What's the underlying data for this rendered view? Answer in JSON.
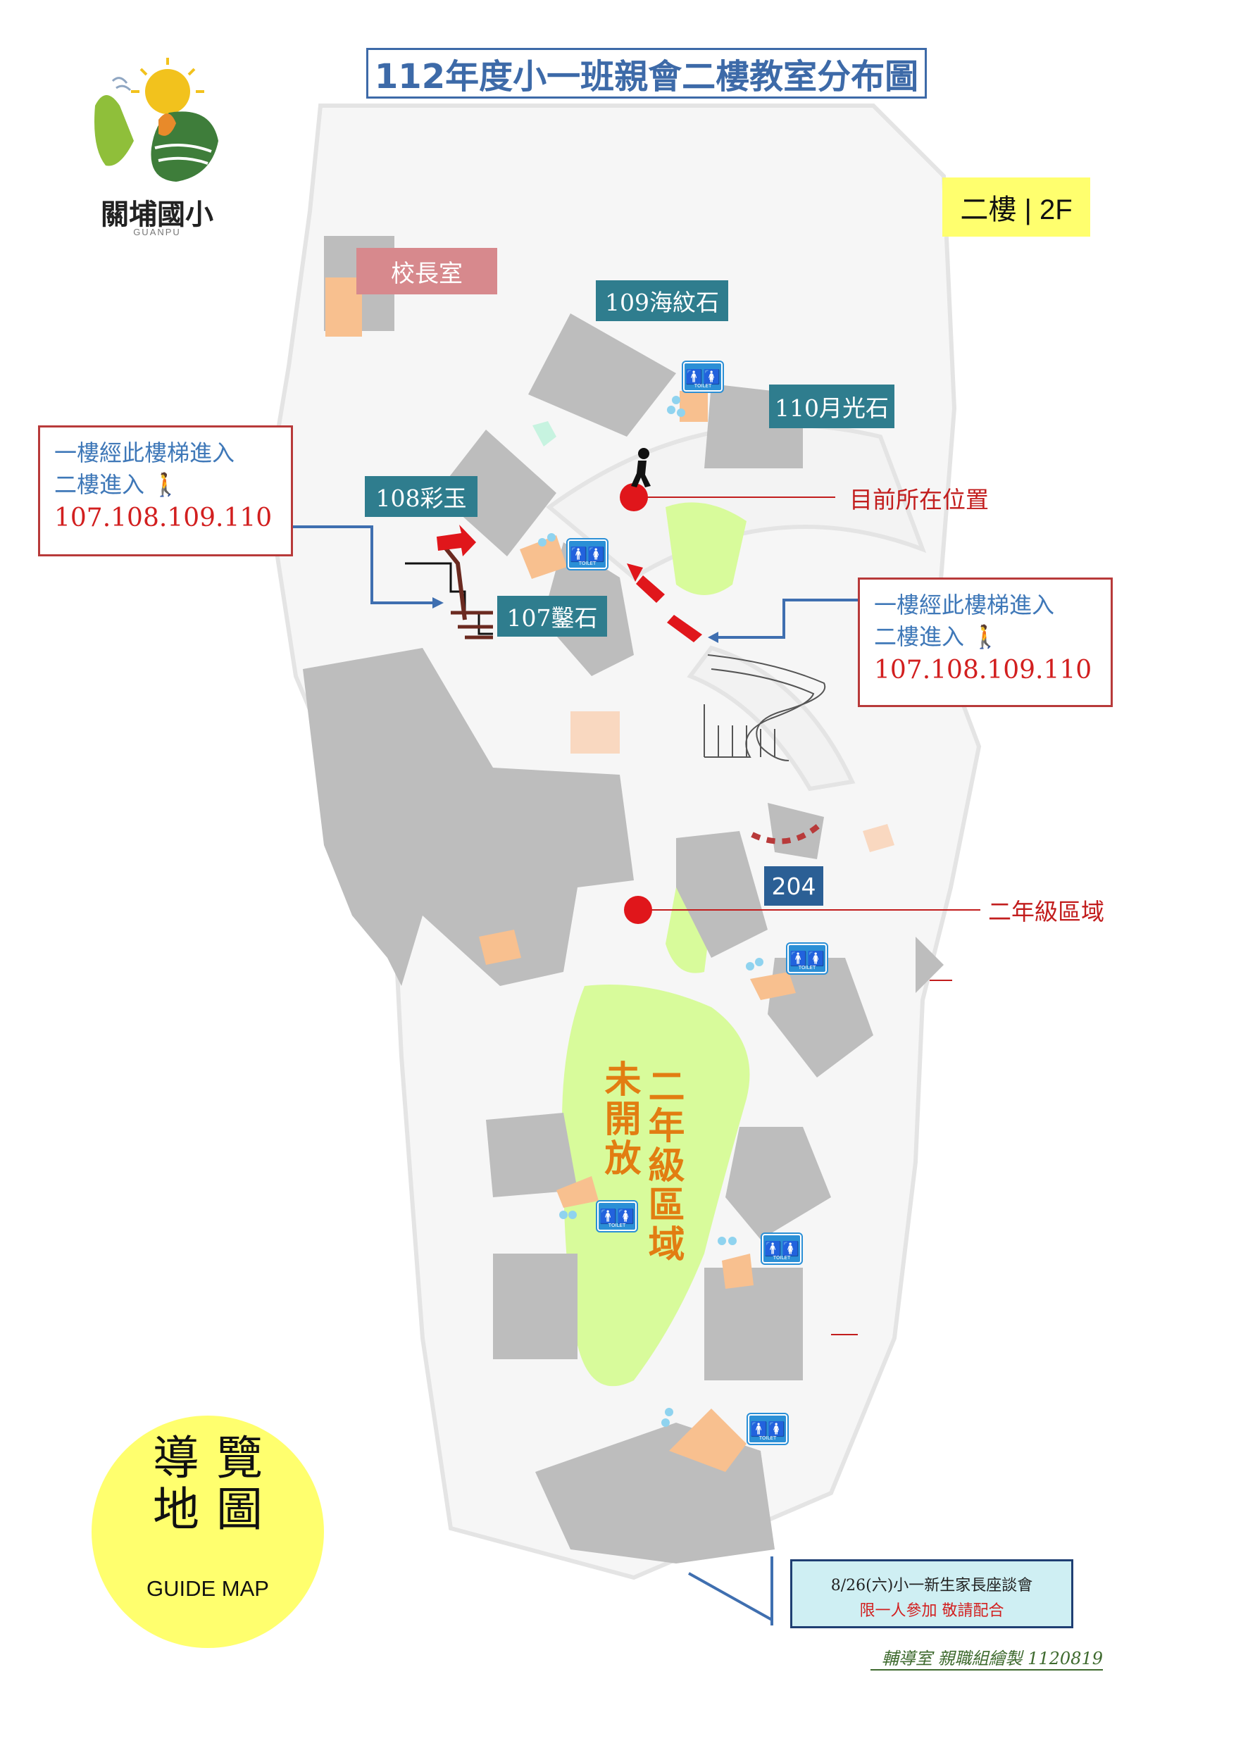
{
  "title": "112年度小一班親會二樓教室分布圖",
  "floor_tag": "二樓 | 2F",
  "school": {
    "name": "關埔國小",
    "name_en": "GUANPU"
  },
  "rooms": {
    "principal": "校長室",
    "r109": "109海紋石",
    "r110": "110月光石",
    "r108": "108彩玉",
    "r107": "107鑿石",
    "r204": "204"
  },
  "callout_left": {
    "line1": "一樓經此樓梯進入",
    "line2": "二樓進入",
    "line3": "107.108.109.110"
  },
  "callout_right": {
    "line1": "一樓經此樓梯進入",
    "line2": "二樓進入",
    "line3": "107.108.109.110"
  },
  "markers": {
    "current": "目前所在位置",
    "grade2": "二年級區域"
  },
  "closed_area": {
    "line_a": "二年級區域",
    "line_b": "未開放"
  },
  "toilet_label": "TOILET",
  "guide": {
    "title_cn": "導 覽 地 圖",
    "line1": "導覽",
    "line2": "地圖",
    "title_en": "GUIDE MAP"
  },
  "notice": {
    "line1": "8/26(六)小一新生家長座談會",
    "line2": "限一人參加 敬請配合"
  },
  "credit": "輔導室 親職組繪製 1120819",
  "colors": {
    "title": "#3d6aa8",
    "room": "#2f7d8e",
    "marker": "#e0161b",
    "building": "#bdbdbd",
    "green": "#d8fb9b",
    "orange": "#f8c08f",
    "floor_tag": "#ffff6e"
  }
}
